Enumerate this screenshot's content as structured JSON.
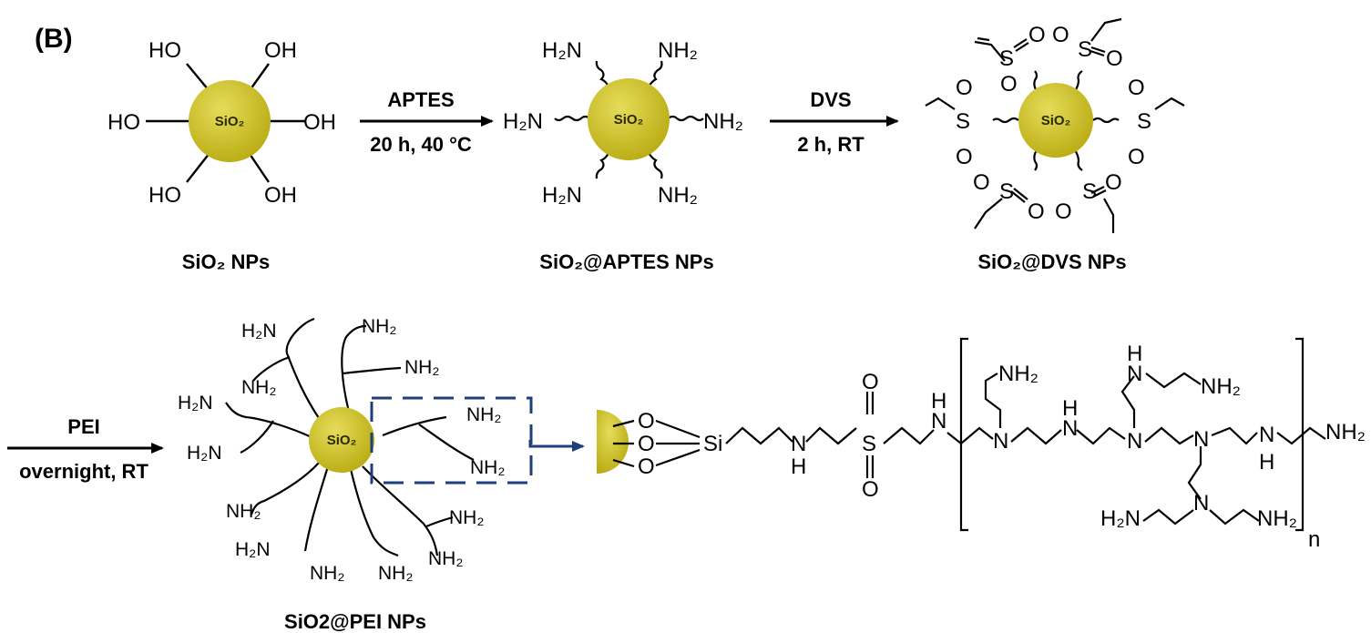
{
  "panel_label": "(B)",
  "core_label": "SiO₂",
  "core_color": "#cfc22b",
  "arrow_color": "#1f3f7a",
  "step1": {
    "title": "SiO₂ NPs",
    "groups": [
      "HO",
      "OH",
      "HO",
      "OH",
      "HO",
      "OH"
    ]
  },
  "reaction1": {
    "reagent": "APTES",
    "conditions": "20 h, 40 °C"
  },
  "step2": {
    "title": "SiO₂@APTES NPs",
    "amine": "NH₂",
    "amine_left": "H₂N"
  },
  "reaction2": {
    "reagent": "DVS",
    "conditions": "2 h, RT"
  },
  "step3": {
    "title": "SiO₂@DVS NPs",
    "sulfur": "S",
    "oxygen": "O"
  },
  "reaction3": {
    "reagent": "PEI",
    "conditions": "overnight, RT"
  },
  "step4": {
    "title": "SiO2@PEI NPs",
    "amine": "NH₂",
    "amine_left": "H₂N"
  },
  "structure": {
    "silicon": "Si",
    "oxygen": "O",
    "sulfur": "S",
    "nitrogen": "N",
    "hydrogen": "H",
    "amine": "NH₂",
    "amine_left": "H₂N",
    "repeat": "n"
  }
}
